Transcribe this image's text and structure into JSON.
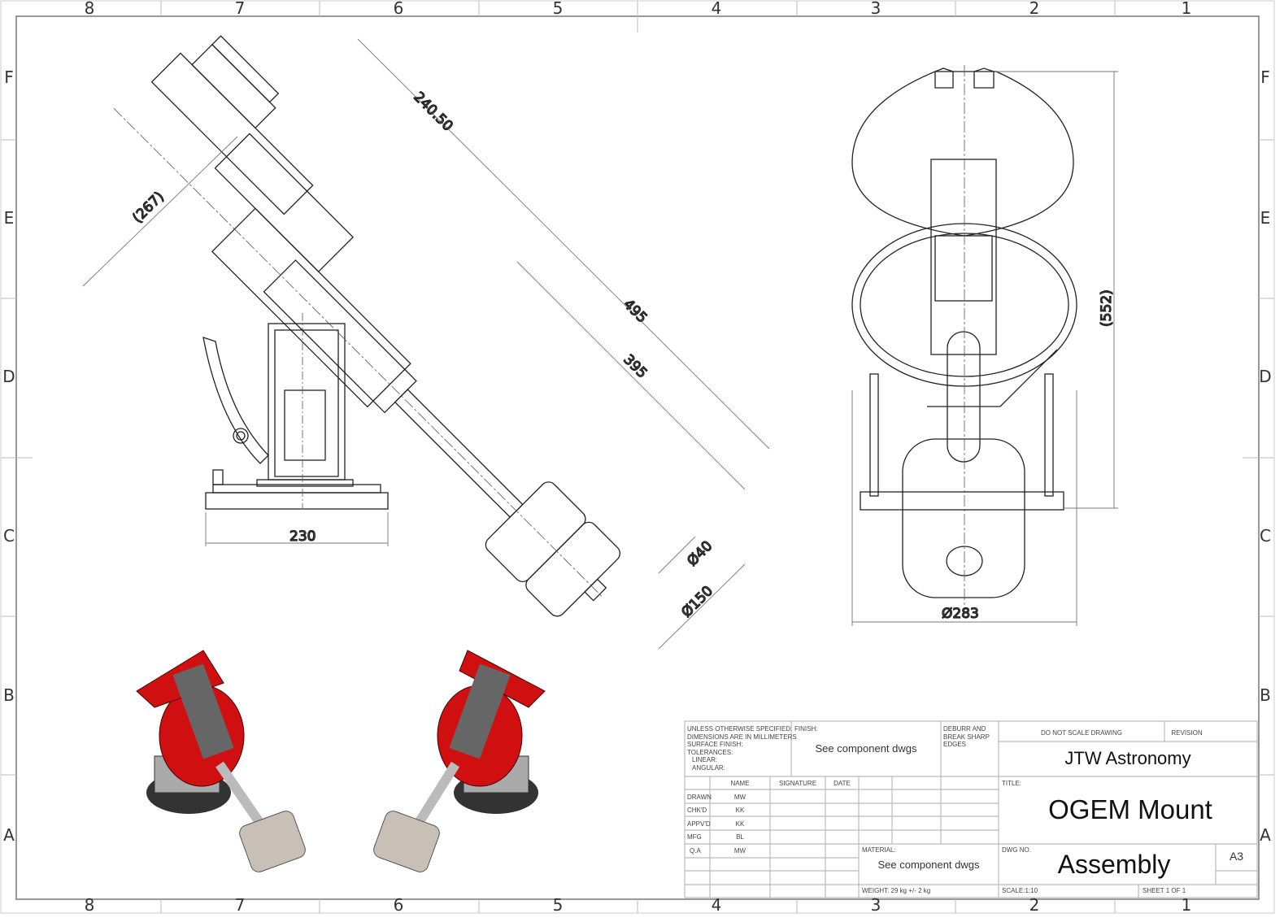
{
  "zones": {
    "columns": [
      "8",
      "7",
      "6",
      "5",
      "4",
      "3",
      "2",
      "1"
    ],
    "rows": [
      "F",
      "E",
      "D",
      "C",
      "B",
      "A"
    ]
  },
  "dimensions": {
    "d1": "240.50",
    "d2": "(267)",
    "d3": "495",
    "d4": "395",
    "d5": "230",
    "d6": "Ø40",
    "d7": "Ø150",
    "d8": "Ø283",
    "d9": "(552)"
  },
  "title_block": {
    "notes": [
      "UNLESS OTHERWISE SPECIFIED:",
      "DIMENSIONS ARE IN MILLIMETERS",
      "SURFACE FINISH:",
      "TOLERANCES:",
      "LINEAR:",
      "ANGULAR:"
    ],
    "finish_label": "FINISH:",
    "finish_value": "See component dwgs",
    "deburr": "DEBURR AND BREAK SHARP EDGES",
    "do_not_scale": "DO NOT SCALE DRAWING",
    "revision_label": "REVISION",
    "company": "JTW Astronomy",
    "headers": [
      "NAME",
      "SIGNATURE",
      "DATE"
    ],
    "roles": [
      {
        "role": "DRAWN",
        "name": "MW"
      },
      {
        "role": "CHK'D",
        "name": "KK"
      },
      {
        "role": "APPV'D",
        "name": "KK"
      },
      {
        "role": "MFG",
        "name": "BL"
      },
      {
        "role": "Q.A",
        "name": "MW"
      }
    ],
    "title_label": "TITLE:",
    "title": "OGEM Mount",
    "material_label": "MATERIAL:",
    "material_value": "See component dwgs",
    "weight": "WEIGHT: 29 kg +/- 2 kg",
    "dwg_no_label": "DWG NO.",
    "dwg_no": "Assembly",
    "size": "A3",
    "scale": "SCALE:1:10",
    "sheet": "SHEET 1 OF 1"
  },
  "colors": {
    "accent_red": "#d01010",
    "line": "#222222",
    "dim": "#777777"
  }
}
